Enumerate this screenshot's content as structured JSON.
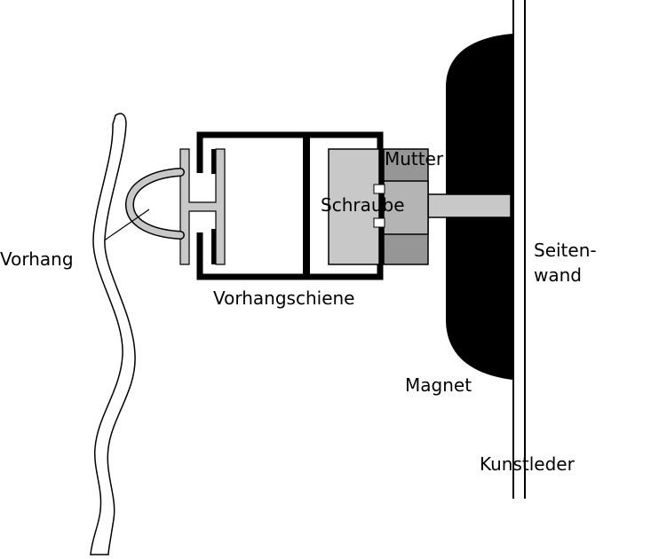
{
  "labels": {
    "vorhang": "Vorhang",
    "vorhangschiene": "Vorhangschiene",
    "mutter": "Mutter",
    "schraube": "Schraube",
    "seitenwand_line1": "Seiten-",
    "seitenwand_line2": "wand",
    "magnet": "Magnet",
    "kunstleder": "Kunstleder"
  },
  "colors": {
    "background": "#ffffff",
    "stroke": "#000000",
    "magnet": "#000000",
    "screw_head": "#c8c8c8",
    "nut": "#969696",
    "screw_shaft": "#c8c8c8",
    "hook": "#c8c8c8"
  }
}
